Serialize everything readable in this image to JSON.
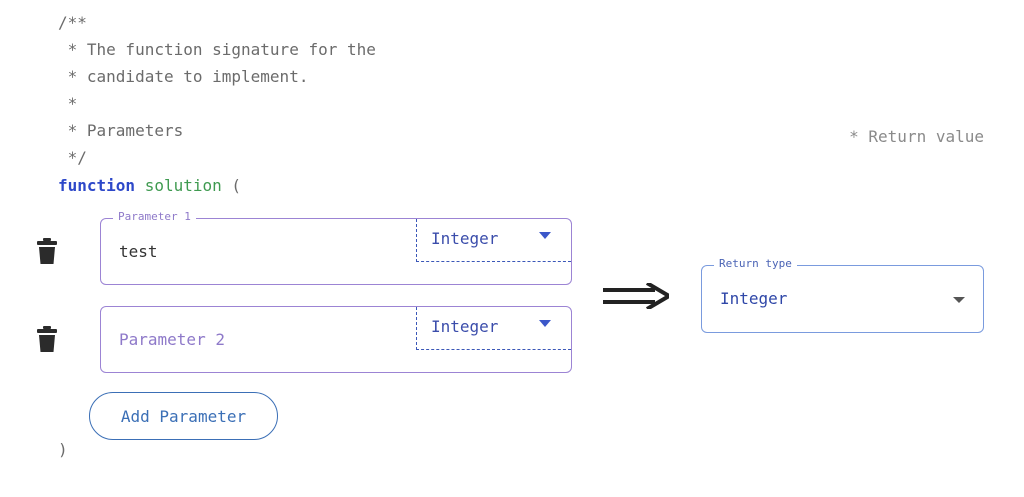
{
  "comment": {
    "lines": [
      "/**",
      " * The function signature for the",
      " * candidate to implement.",
      " *",
      " * Parameters",
      " */"
    ]
  },
  "signature": {
    "keyword": "function",
    "name": "solution",
    "open_paren": "(",
    "close_paren": ")"
  },
  "return_comment": "* Return value",
  "parameters": [
    {
      "legend": "Parameter 1",
      "value": "test",
      "type": "Integer"
    },
    {
      "placeholder": "Parameter 2",
      "type": "Integer"
    }
  ],
  "add_button_label": "Add Parameter",
  "return_type": {
    "legend": "Return type",
    "value": "Integer"
  },
  "icons": {
    "delete": "trash-icon",
    "arrow": "double-arrow-right-icon",
    "dropdown": "chevron-down-icon"
  }
}
